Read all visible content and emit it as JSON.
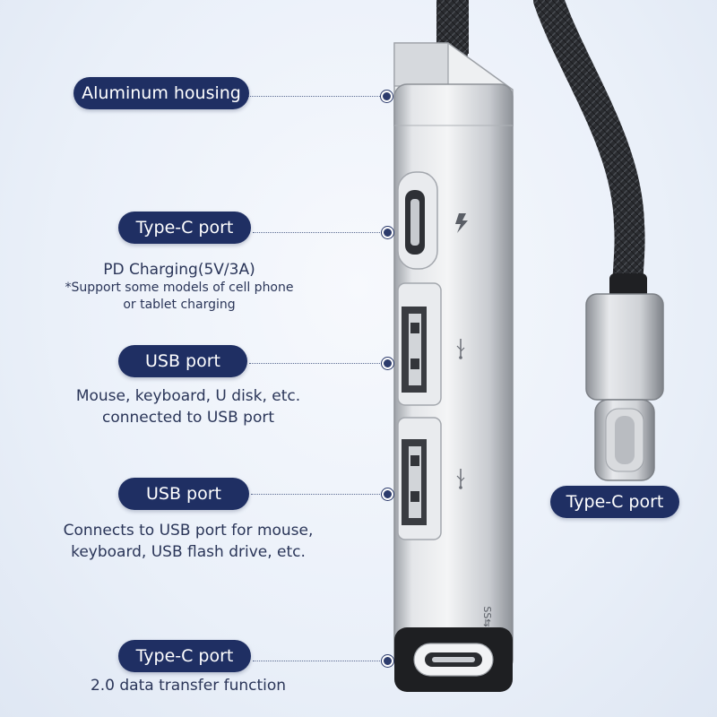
{
  "labels": {
    "aluminum": "Aluminum housing",
    "typec_top": "Type-C port",
    "usb1": "USB port",
    "usb2": "USB port",
    "typec_bottom": "Type-C port",
    "typec_plug": "Type-C port"
  },
  "notes": {
    "pd_line1": "PD Charging(5V/3A)",
    "pd_line2": "*Support some models of cell phone",
    "pd_line3": "or tablet charging",
    "usb1_line1": "Mouse, keyboard, U disk, etc.",
    "usb1_line2": "connected to USB port",
    "usb2_line1": "Connects to USB port for mouse,",
    "usb2_line2": "keyboard, USB flash drive, etc.",
    "typec_bottom_line1": "2.0 data transfer function"
  },
  "colors": {
    "pill_bg": "#1f2f63",
    "text": "#2a3558",
    "housing": "#c9ccd1",
    "cable": "#2b2d31"
  },
  "icons": [
    "lightning-icon",
    "usb-icon",
    "usb-icon",
    "usb-ss-icon"
  ]
}
